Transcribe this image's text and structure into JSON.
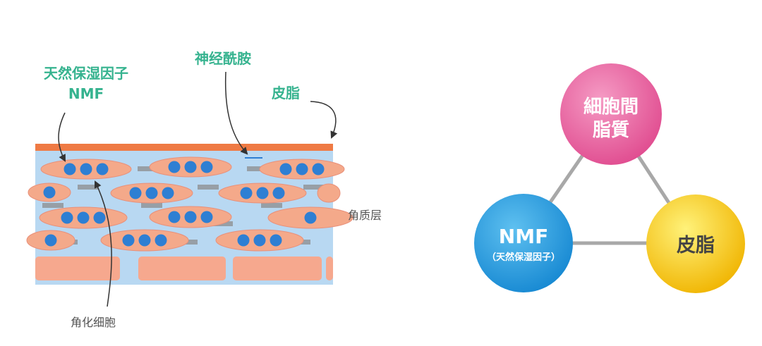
{
  "skin_diagram": {
    "labels": {
      "nmf_line1": "天然保湿因子",
      "nmf_line2": "NMF",
      "ceramide": "神经酰胺",
      "sebum": "皮脂",
      "stratum_corneum": "角质层",
      "corneocyte": "角化细胞"
    },
    "colors": {
      "sebum_layer": "#ef7a44",
      "intercellular": "#b8d8f2",
      "cell": "#f4a98a",
      "dot": "#2e7fd3",
      "lipid_bar": "#8c8c8c",
      "base_cell": "#f6a88e"
    }
  },
  "triangle_diagram": {
    "top": {
      "line1": "細胞間",
      "line2": "脂質",
      "color": "#e6569a"
    },
    "left": {
      "line1": "NMF",
      "line2": "（天然保湿因子）",
      "color": "#1f95d8"
    },
    "right": {
      "line1": "皮脂",
      "color": "#f2c00f"
    },
    "connector_color": "#a8a8a8"
  }
}
